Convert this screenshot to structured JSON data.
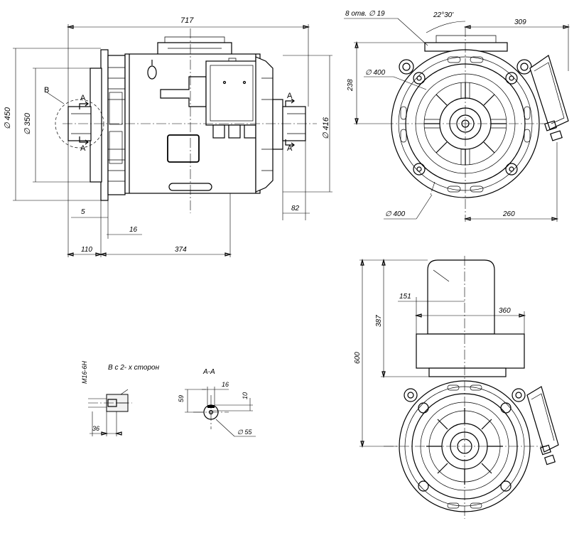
{
  "views": {
    "side": {
      "dims": {
        "overall_length": "717",
        "dia_450": "∅ 450",
        "dia_350": "∅ 350",
        "dia_416": "∅ 416",
        "shaft_82": "82",
        "d5": "5",
        "d16": "16",
        "d110": "110",
        "d374": "374"
      },
      "labels": {
        "view_b": "B",
        "section_a_top": "A",
        "section_a_bottom": "A",
        "section_a_right_top": "A",
        "section_a_right_bottom": "A"
      }
    },
    "front": {
      "dims": {
        "holes": "8 отв. ∅ 19",
        "angle": "22°30'",
        "d309": "309",
        "d238": "238",
        "dia_400_top": "∅ 400",
        "dia_400_bottom": "∅ 400",
        "d260": "260"
      }
    },
    "top_assembly": {
      "dims": {
        "d151": "151",
        "d360": "360",
        "d387": "387",
        "d600": "600"
      }
    },
    "detail_b": {
      "title": "B  с 2- х сторон",
      "thread": "M16-6H",
      "d36": "36"
    },
    "section_aa": {
      "title": "A-A",
      "d59": "59",
      "d16": "16",
      "d10": "10",
      "dia55": "∅ 55"
    }
  }
}
